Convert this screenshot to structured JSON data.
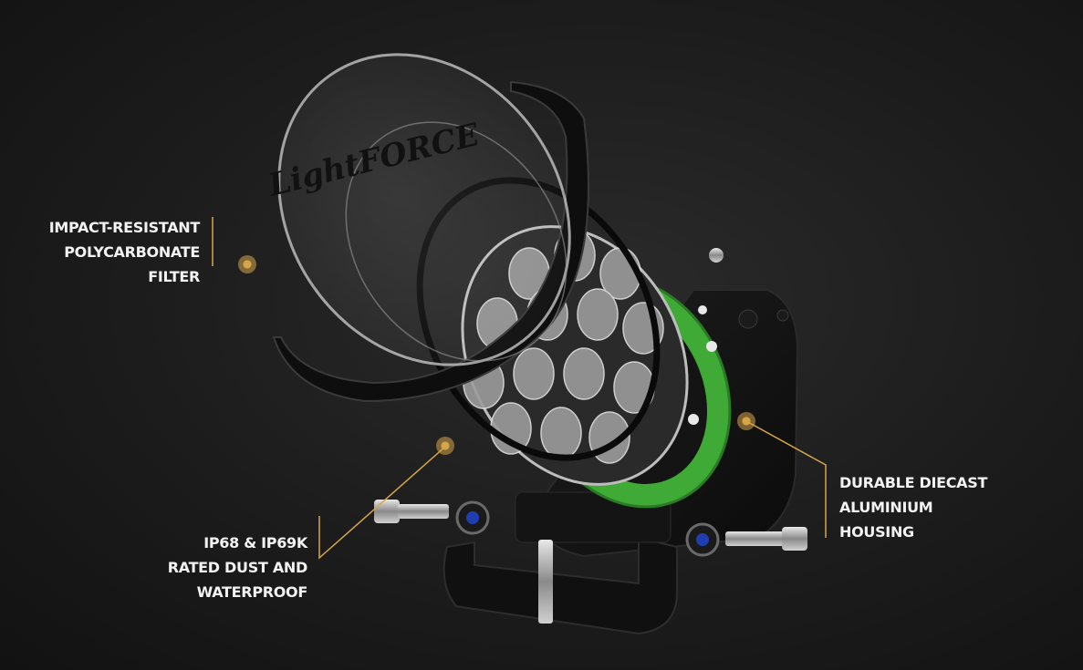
{
  "brand": {
    "logo_text": "LightFORCE"
  },
  "colors": {
    "background": "#1c1c1c",
    "accent_gold": "#d6a64a",
    "pcb_green": "#3faa35",
    "text": "#f2f2f2"
  },
  "callouts": {
    "filter": {
      "lines": [
        "IMPACT-RESISTANT",
        "POLYCARBONATE",
        "FILTER"
      ]
    },
    "ip_rating": {
      "lines": [
        "IP68 & IP69K",
        "RATED DUST AND",
        "WATERPROOF"
      ]
    },
    "housing": {
      "lines": [
        "DURABLE DIECAST",
        "ALUMINIUM",
        "HOUSING"
      ]
    }
  }
}
